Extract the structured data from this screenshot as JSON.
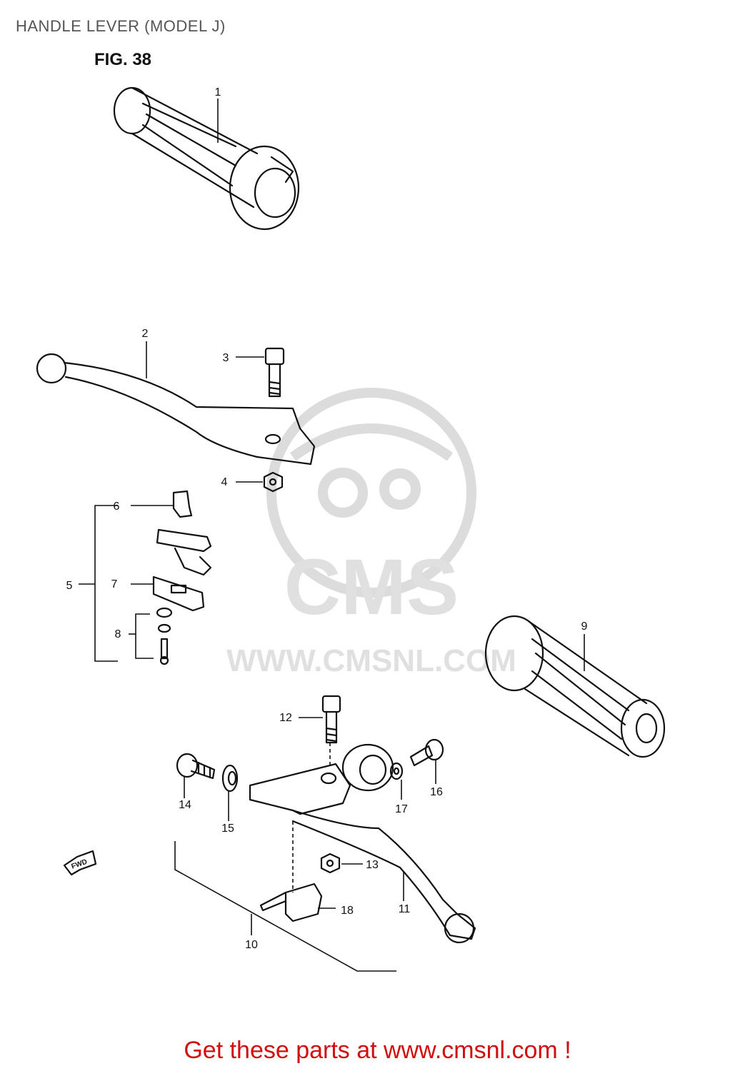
{
  "page": {
    "title": "HANDLE LEVER (MODEL J)",
    "figure_label": "FIG. 38",
    "footer_link": "Get these parts at www.cmsnl.com !",
    "fwd_label": "FWD"
  },
  "watermark": {
    "brand": "CMS",
    "url": "WWW.CMSNL.COM",
    "color": "#d9d9d9"
  },
  "colors": {
    "line": "#111111",
    "footer": "#d10d0d",
    "title": "#555555"
  },
  "callouts": [
    "1",
    "2",
    "3",
    "4",
    "5",
    "6",
    "7",
    "8",
    "9",
    "10",
    "11",
    "12",
    "13",
    "14",
    "15",
    "16",
    "17",
    "18"
  ]
}
